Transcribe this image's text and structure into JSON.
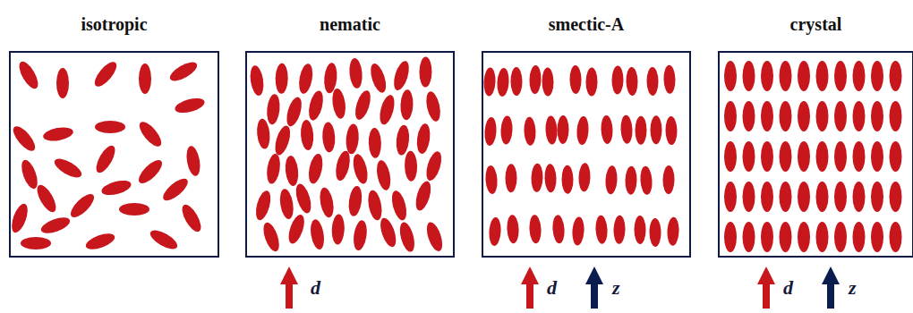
{
  "diagram": {
    "nodes": [
      {
        "text": [
          "isotropic"
        ]
      },
      {
        "text": [
          "nematic"
        ]
      },
      {
        "text": [
          "smectic-A"
        ]
      },
      {
        "text": [
          "crystal"
        ]
      }
    ],
    "labels": [
      "d",
      "d",
      "z",
      "d",
      "z"
    ]
  }
}
